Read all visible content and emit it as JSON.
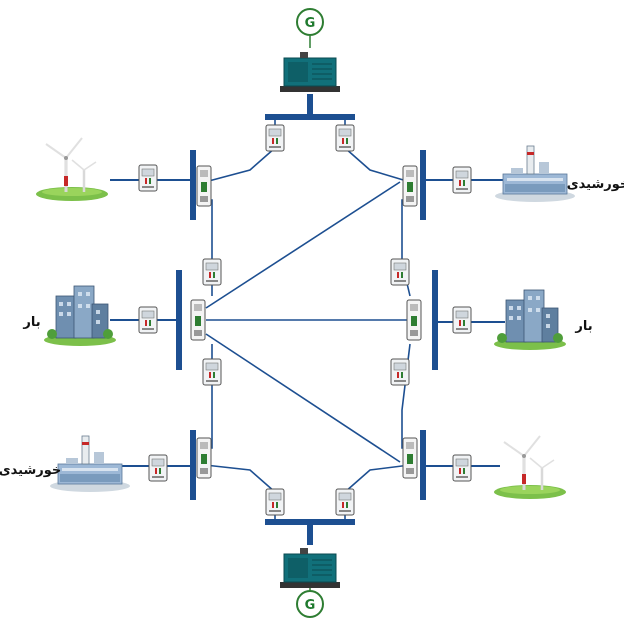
{
  "labels": {
    "generator_symbol": "G",
    "solar_right": "خورشیدی",
    "solar_left": "خورشیدی",
    "load_left": "بار",
    "load_right": "بار"
  },
  "colors": {
    "busbar": "#1d4f91",
    "line": "#1d4f91",
    "generator_ring": "#2e7d32",
    "generator_body": "#11707a",
    "grass": "#7cc04a",
    "factory": "#9db8d6",
    "building": "#6f8fb0"
  },
  "icons": {
    "generator": "diesel-generator-icon",
    "wind": "wind-turbine-icon",
    "solar_plant": "factory-icon",
    "load": "city-buildings-icon",
    "breaker": "circuit-breaker-icon",
    "switchgear": "switchgear-icon"
  }
}
